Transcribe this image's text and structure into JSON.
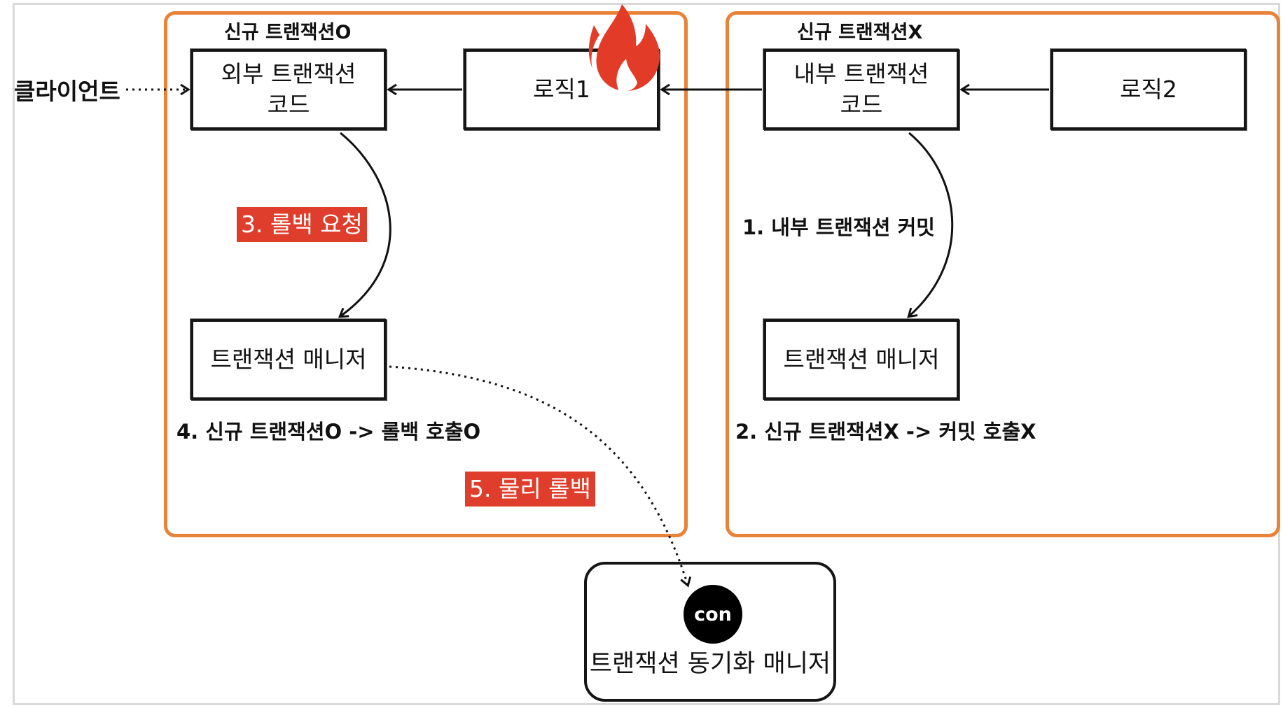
{
  "diagram": {
    "left_region": {
      "title": "신규 트랜잭션O",
      "outer_code_box": "외부 트랜잭션\n코드",
      "logic1_box": "로직1",
      "tx_manager_box": "트랜잭션 매니저",
      "rollback_request_badge": "3. 롤백 요청",
      "step4_label": "4. 신규 트랜잭션O -> 롤백 호출O"
    },
    "right_region": {
      "title": "신규 트랜잭션X",
      "inner_code_box": "내부 트랜잭션\n코드",
      "logic2_box": "로직2",
      "tx_manager_box": "트랜잭션 매니저",
      "step1_label": "1. 내부 트랜잭션 커밋",
      "step2_label": "2. 신규 트랜잭션X -> 커밋 호출X"
    },
    "client_label": "클라이언트",
    "physical_rollback_badge": "5. 물리 롤백",
    "sync_manager": {
      "connection_label": "con",
      "label": "트랜잭션 동기화 매니저"
    },
    "colors": {
      "region_border": "#e8833a",
      "badge_bg": "#de3e2b",
      "fire": "#e23b27"
    },
    "icons": [
      "fire-icon"
    ]
  }
}
